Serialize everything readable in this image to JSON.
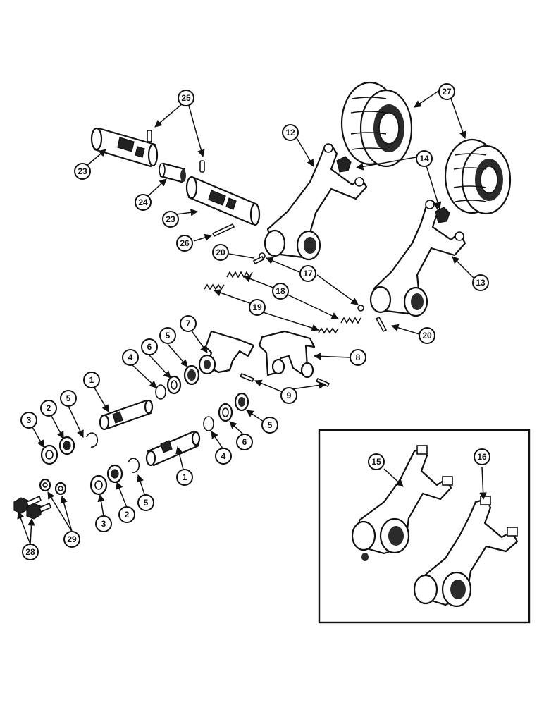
{
  "callouts": {
    "c1a": "1",
    "c1b": "1",
    "c2a": "2",
    "c2b": "2",
    "c3a": "3",
    "c3b": "3",
    "c4a": "4",
    "c4b": "4",
    "c5a": "5",
    "c5b": "5",
    "c5c": "5",
    "c5d": "5",
    "c6a": "6",
    "c6b": "6",
    "c7": "7",
    "c8": "8",
    "c9": "9",
    "c12": "12",
    "c13": "13",
    "c14": "14",
    "c15": "15",
    "c16": "16",
    "c17": "17",
    "c18": "18",
    "c19": "19",
    "c20a": "20",
    "c20b": "20",
    "c23a": "23",
    "c23b": "23",
    "c24": "24",
    "c25": "25",
    "c26": "26",
    "c27": "27",
    "c28": "28",
    "c29": "29"
  },
  "colors": {
    "ink": "#111111",
    "paper": "#ffffff"
  }
}
